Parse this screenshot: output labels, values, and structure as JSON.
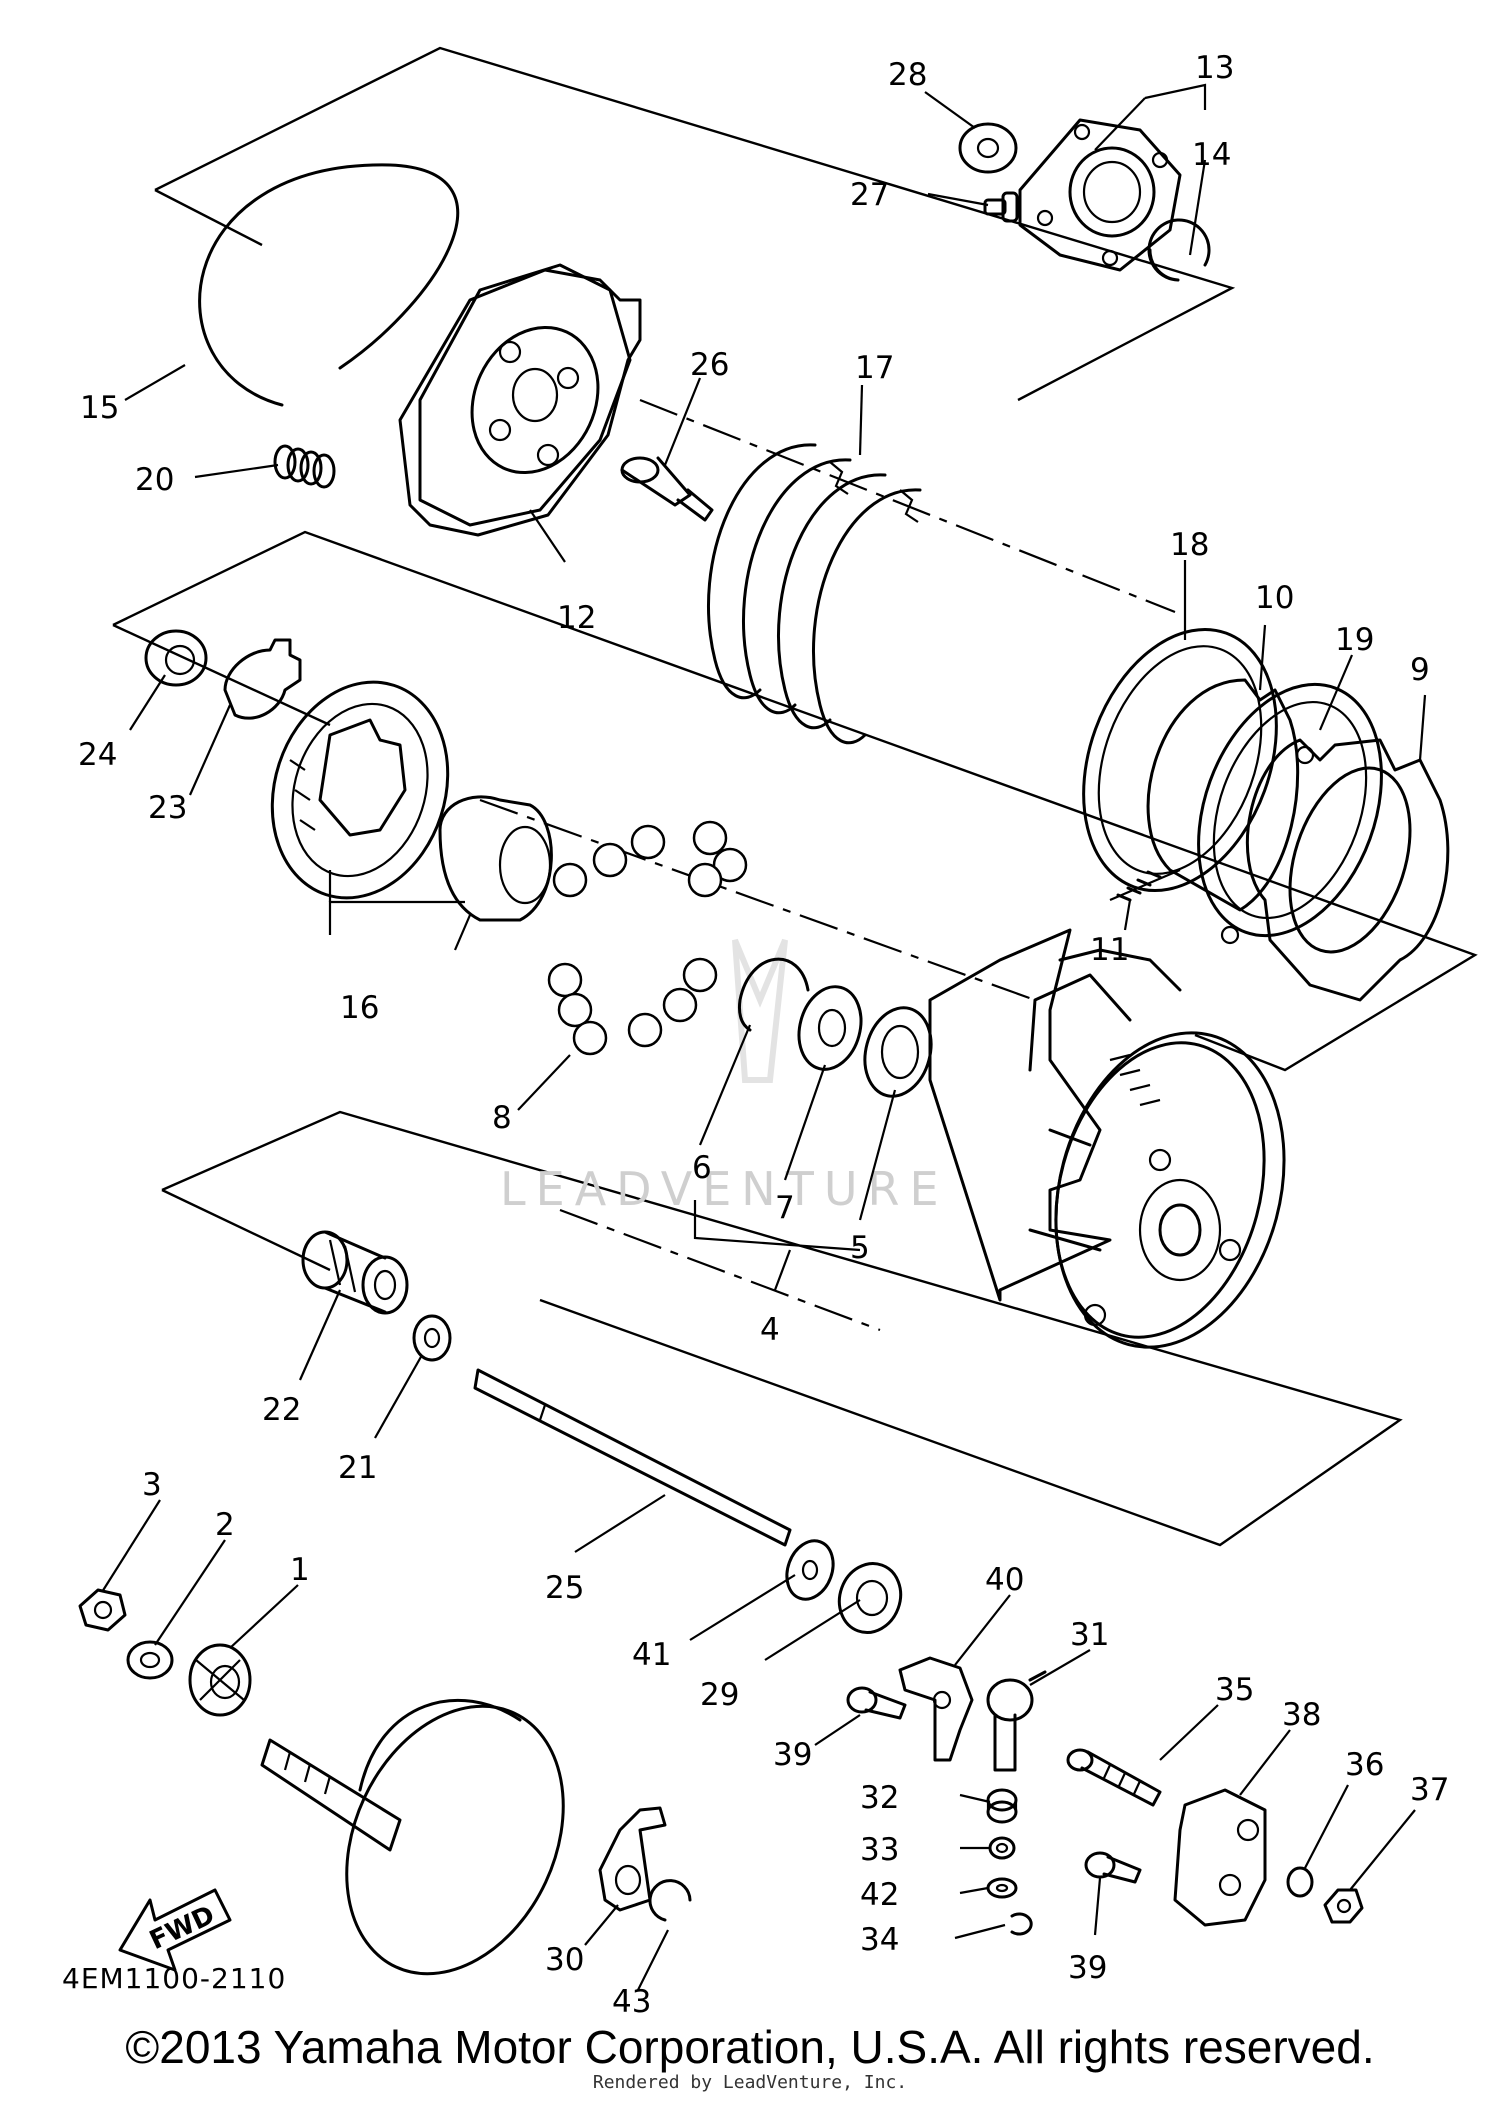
{
  "diagram_code": "4EM1100-2110",
  "fwd_label": "FWD",
  "watermark": "LEADVENTURE",
  "copyright": "©2013 Yamaha Motor Corporation, U.S.A. All rights reserved.",
  "rendered_by": "Rendered by LeadVenture, Inc.",
  "callouts": [
    "1",
    "2",
    "3",
    "4",
    "5",
    "6",
    "7",
    "8",
    "9",
    "10",
    "11",
    "12",
    "13",
    "14",
    "15",
    "16",
    "17",
    "18",
    "19",
    "20",
    "21",
    "22",
    "23",
    "24",
    "25",
    "26",
    "27",
    "28",
    "29",
    "30",
    "31",
    "32",
    "33",
    "34",
    "35",
    "36",
    "37",
    "38",
    "39",
    "40",
    "41",
    "42",
    "43"
  ]
}
